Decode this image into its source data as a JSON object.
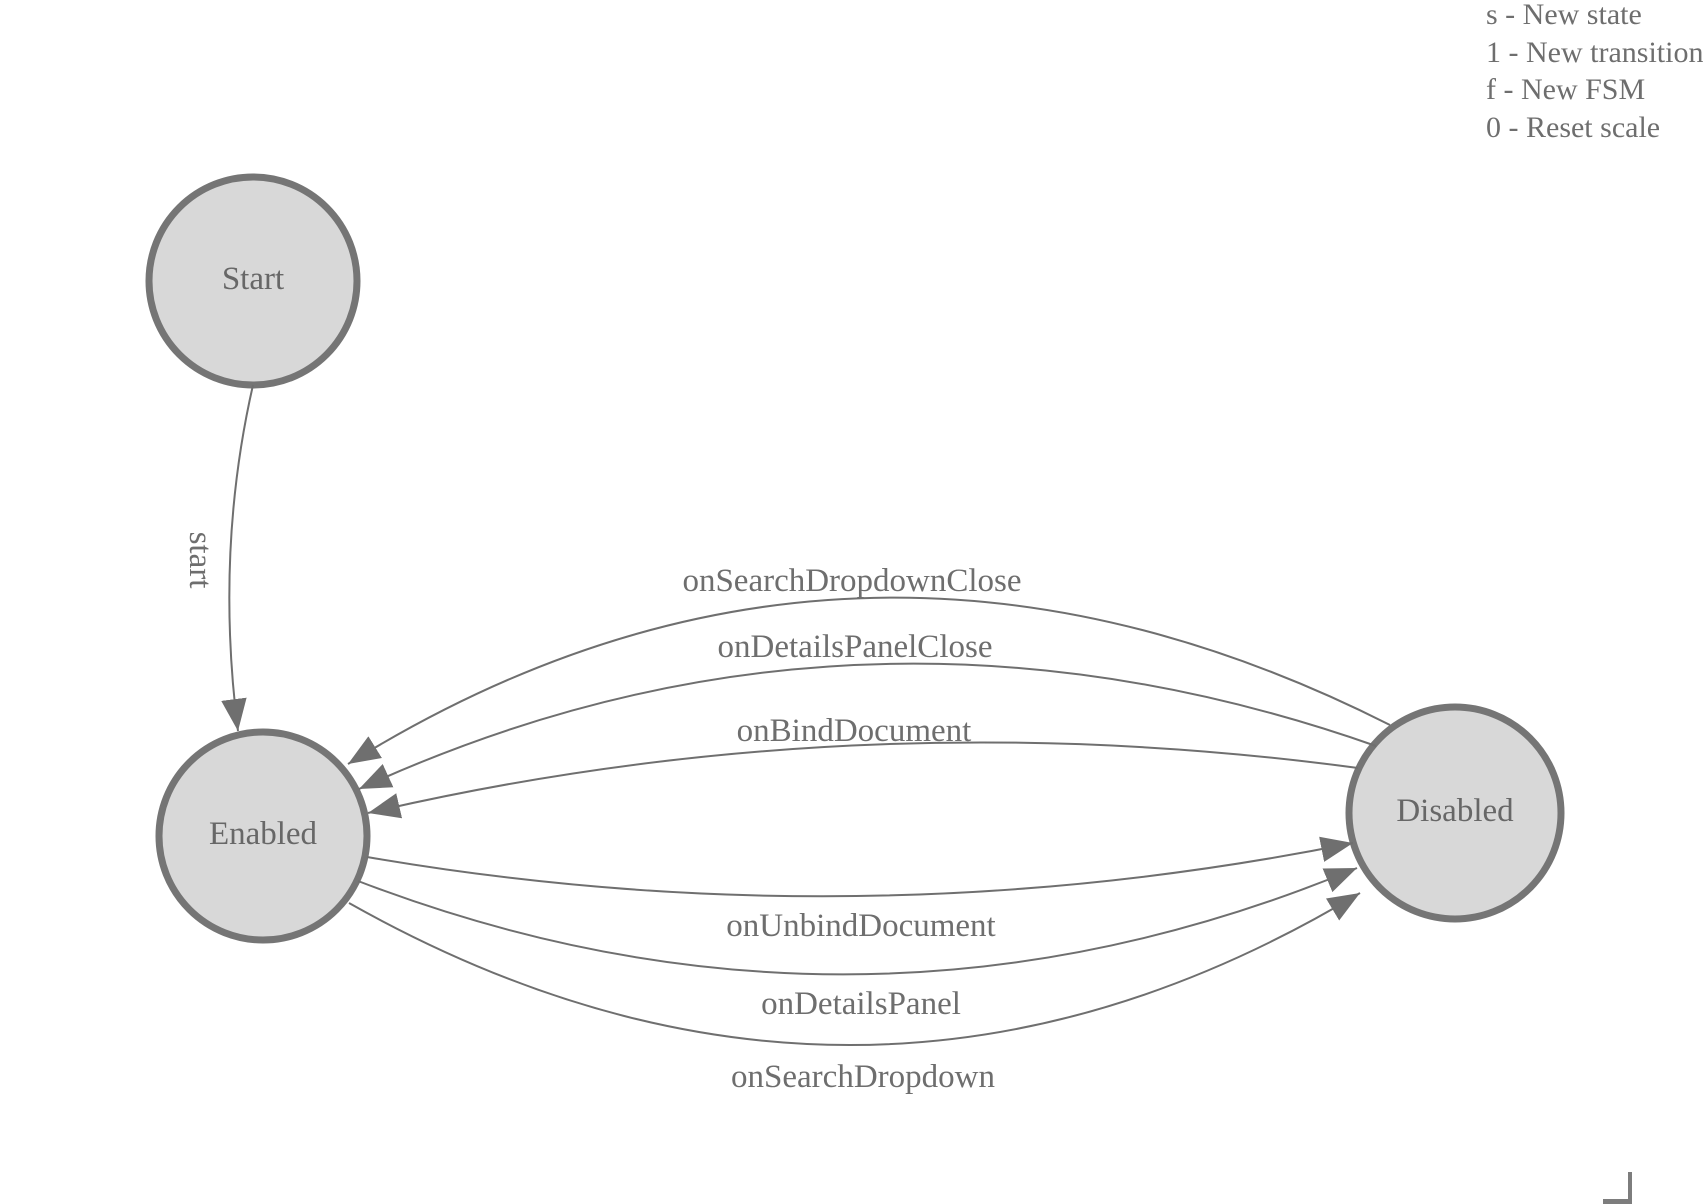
{
  "legend": {
    "lines": [
      "s - New state",
      "1 - New transition",
      "f - New FSM",
      "0 - Reset scale"
    ]
  },
  "diagram": {
    "nodes": [
      {
        "id": "start",
        "label": "Start"
      },
      {
        "id": "enabled",
        "label": "Enabled"
      },
      {
        "id": "disabled",
        "label": "Disabled"
      }
    ],
    "edges": [
      {
        "from": "Start",
        "to": "Enabled",
        "label": "start"
      },
      {
        "from": "Disabled",
        "to": "Enabled",
        "label": "onSearchDropdownClose"
      },
      {
        "from": "Disabled",
        "to": "Enabled",
        "label": "onDetailsPanelClose"
      },
      {
        "from": "Disabled",
        "to": "Enabled",
        "label": "onBindDocument"
      },
      {
        "from": "Enabled",
        "to": "Disabled",
        "label": "onUnbindDocument"
      },
      {
        "from": "Enabled",
        "to": "Disabled",
        "label": "onDetailsPanel"
      },
      {
        "from": "Enabled",
        "to": "Disabled",
        "label": "onSearchDropdown"
      }
    ]
  },
  "colors": {
    "node_fill": "#d8d8d8",
    "node_stroke": "#757575",
    "edge": "#6f6f6f",
    "label_text": "#676767",
    "legend_text": "#6e6e6e"
  }
}
